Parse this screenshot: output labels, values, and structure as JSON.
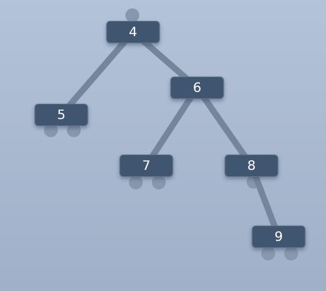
{
  "tree": {
    "nodes": [
      {
        "id": "n4",
        "label": "4"
      },
      {
        "id": "n5",
        "label": "5"
      },
      {
        "id": "n6",
        "label": "6"
      },
      {
        "id": "n7",
        "label": "7"
      },
      {
        "id": "n8",
        "label": "8"
      },
      {
        "id": "n9",
        "label": "9"
      }
    ],
    "edges": [
      {
        "from": "n4",
        "to": "n5"
      },
      {
        "from": "n4",
        "to": "n6"
      },
      {
        "from": "n6",
        "to": "n7"
      },
      {
        "from": "n6",
        "to": "n8"
      },
      {
        "from": "n8",
        "to": "n9"
      }
    ]
  },
  "colors": {
    "background": "#aebfd6",
    "node_fill": "#3f5470",
    "edge": "#75859c",
    "label": "#ffffff"
  }
}
